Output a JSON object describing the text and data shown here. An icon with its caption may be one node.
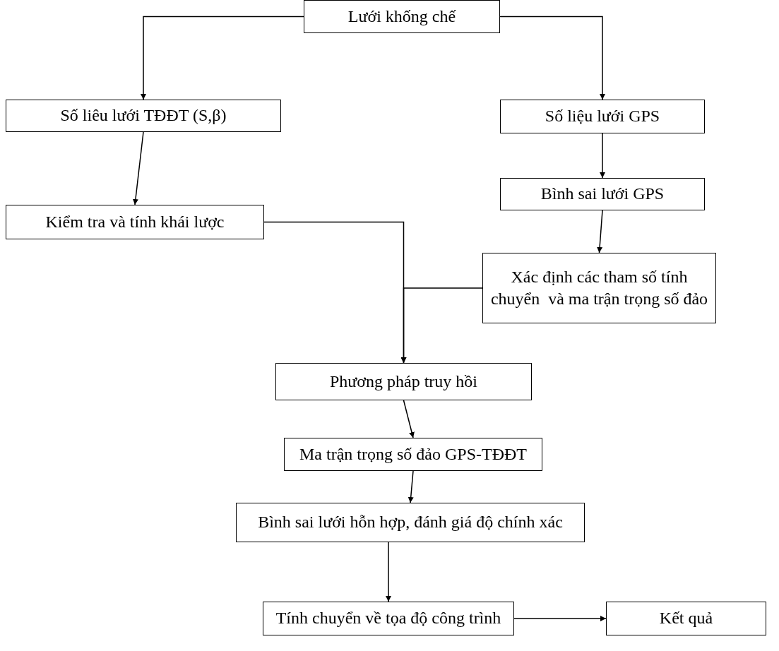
{
  "diagram": {
    "nodes": [
      {
        "text": [
          "Lưới khống chế"
        ]
      },
      {
        "text": [
          "Số liêu lưới TĐĐT (S,β)"
        ]
      },
      {
        "text": [
          "Số liệu lưới GPS"
        ]
      },
      {
        "text": [
          "Bình sai lưới GPS"
        ]
      },
      {
        "text": [
          "Kiểm tra và tính khái lược"
        ]
      },
      {
        "text": [
          "Xác định các tham số tính chuyển  và ma trận trọng số đảo"
        ]
      },
      {
        "text": [
          "Phương pháp truy hồi"
        ]
      },
      {
        "text": [
          "Ma trận trọng số đảo GPS-TĐĐT"
        ]
      },
      {
        "text": [
          "Bình sai lưới hỗn hợp, đánh giá độ chính xác"
        ]
      },
      {
        "text": [
          "Tính chuyển về tọa độ công trình"
        ]
      },
      {
        "text": [
          "Kết quả"
        ]
      }
    ],
    "edges": [
      {
        "from": 0,
        "to": 1,
        "arrow": "to"
      },
      {
        "from": 0,
        "to": 2,
        "arrow": "to"
      },
      {
        "from": 1,
        "to": 4,
        "arrow": "to"
      },
      {
        "from": 2,
        "to": 3,
        "arrow": "to"
      },
      {
        "from": 3,
        "to": 5,
        "arrow": "to"
      },
      {
        "from": 4,
        "to": 6,
        "arrow": "to"
      },
      {
        "from": 5,
        "to": 6,
        "arrow": "to"
      },
      {
        "from": 6,
        "to": 7,
        "arrow": "to"
      },
      {
        "from": 7,
        "to": 8,
        "arrow": "to"
      },
      {
        "from": 8,
        "to": 9,
        "arrow": "to"
      },
      {
        "from": 9,
        "to": 10,
        "arrow": "to"
      }
    ]
  }
}
